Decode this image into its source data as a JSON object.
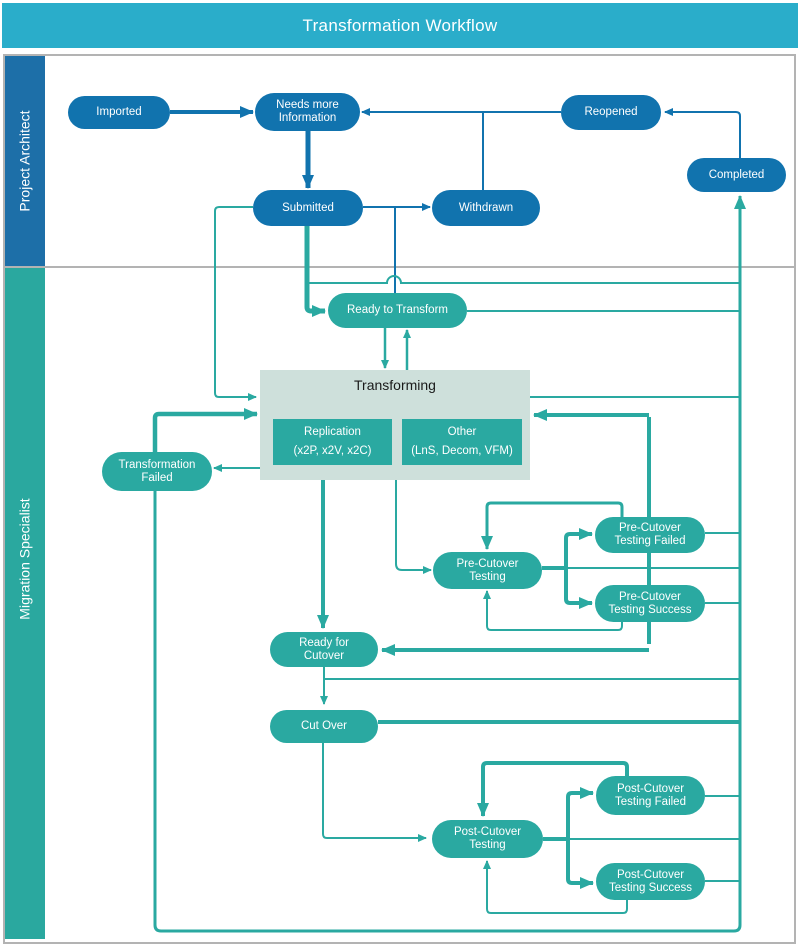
{
  "header": {
    "title": "Transformation Workflow"
  },
  "lanes": [
    {
      "label": "Project Architect",
      "color": "#1D6FA8"
    },
    {
      "label": "Migration Specialist",
      "color": "#2AA89F"
    }
  ],
  "colors": {
    "header_bg": "#2AADCA",
    "blue_node": "#1173AE",
    "teal_node": "#2AA9A1",
    "transforming_bg": "#CEE0DB",
    "frame_gray": "#B3B3B3"
  },
  "nodes": {
    "imported": {
      "label": "Imported",
      "lane": "Project Architect"
    },
    "needs_more_info": {
      "label": "Needs more\nInformation",
      "lane": "Project Architect"
    },
    "reopened": {
      "label": "Reopened",
      "lane": "Project Architect"
    },
    "completed": {
      "label": "Completed",
      "lane": "Project Architect"
    },
    "submitted": {
      "label": "Submitted",
      "lane": "Project Architect"
    },
    "withdrawn": {
      "label": "Withdrawn",
      "lane": "Project Architect"
    },
    "ready_to_transform": {
      "label": "Ready to Transform",
      "lane": "Migration Specialist"
    },
    "transformation_failed": {
      "label": "Transformation\nFailed",
      "lane": "Migration Specialist"
    },
    "pre_cutover_testing": {
      "label": "Pre-Cutover\nTesting",
      "lane": "Migration Specialist"
    },
    "pre_cutover_testing_failed": {
      "label": "Pre-Cutover\nTesting Failed",
      "lane": "Migration Specialist"
    },
    "pre_cutover_testing_success": {
      "label": "Pre-Cutover\nTesting Success",
      "lane": "Migration Specialist"
    },
    "ready_for_cutover": {
      "label": "Ready for\nCutover",
      "lane": "Migration Specialist"
    },
    "cut_over": {
      "label": "Cut Over",
      "lane": "Migration Specialist"
    },
    "post_cutover_testing": {
      "label": "Post-Cutover\nTesting",
      "lane": "Migration Specialist"
    },
    "post_cutover_testing_failed": {
      "label": "Post-Cutover\nTesting Failed",
      "lane": "Migration Specialist"
    },
    "post_cutover_testing_success": {
      "label": "Post-Cutover\nTesting Success",
      "lane": "Migration Specialist"
    }
  },
  "transforming": {
    "title": "Transforming",
    "replication": {
      "label": "Replication\n(x2P, x2V, x2C)"
    },
    "other": {
      "label": "Other\n(LnS, Decom, VFM)"
    }
  },
  "edges": [
    {
      "from": "Imported",
      "to": "Needs more Information"
    },
    {
      "from": "Needs more Information",
      "to": "Submitted"
    },
    {
      "from": "Submitted",
      "to": "Withdrawn"
    },
    {
      "from": "Withdrawn",
      "to": "Needs more Information"
    },
    {
      "from": "Reopened",
      "to": "Needs more Information"
    },
    {
      "from": "Completed",
      "to": "Reopened"
    },
    {
      "from": "Submitted",
      "to": "Ready to Transform"
    },
    {
      "from": "Submitted",
      "to": "Transforming"
    },
    {
      "from": "Ready to Transform",
      "to": "Transforming"
    },
    {
      "from": "Transforming",
      "to": "Ready to Transform"
    },
    {
      "from": "Transforming",
      "to": "Transformation Failed"
    },
    {
      "from": "Transformation Failed",
      "to": "Transforming"
    },
    {
      "from": "Transforming",
      "to": "Pre-Cutover Testing"
    },
    {
      "from": "Transforming",
      "to": "Ready for Cutover"
    },
    {
      "from": "Pre-Cutover Testing",
      "to": "Pre-Cutover Testing Failed"
    },
    {
      "from": "Pre-Cutover Testing",
      "to": "Pre-Cutover Testing Success"
    },
    {
      "from": "Pre-Cutover Testing Failed",
      "to": "Pre-Cutover Testing"
    },
    {
      "from": "Pre-Cutover Testing Failed",
      "to": "Transforming"
    },
    {
      "from": "Pre-Cutover Testing Success",
      "to": "Pre-Cutover Testing"
    },
    {
      "from": "Pre-Cutover Testing Success",
      "to": "Ready for Cutover"
    },
    {
      "from": "Ready for Cutover",
      "to": "Cut Over"
    },
    {
      "from": "Cut Over",
      "to": "Post-Cutover Testing"
    },
    {
      "from": "Cut Over",
      "to": "Completed"
    },
    {
      "from": "Post-Cutover Testing",
      "to": "Post-Cutover Testing Failed"
    },
    {
      "from": "Post-Cutover Testing",
      "to": "Post-Cutover Testing Success"
    },
    {
      "from": "Post-Cutover Testing Failed",
      "to": "Post-Cutover Testing"
    },
    {
      "from": "Post-Cutover Testing Success",
      "to": "Post-Cutover Testing"
    },
    {
      "from": "Post-Cutover Testing Success",
      "to": "Completed"
    }
  ]
}
